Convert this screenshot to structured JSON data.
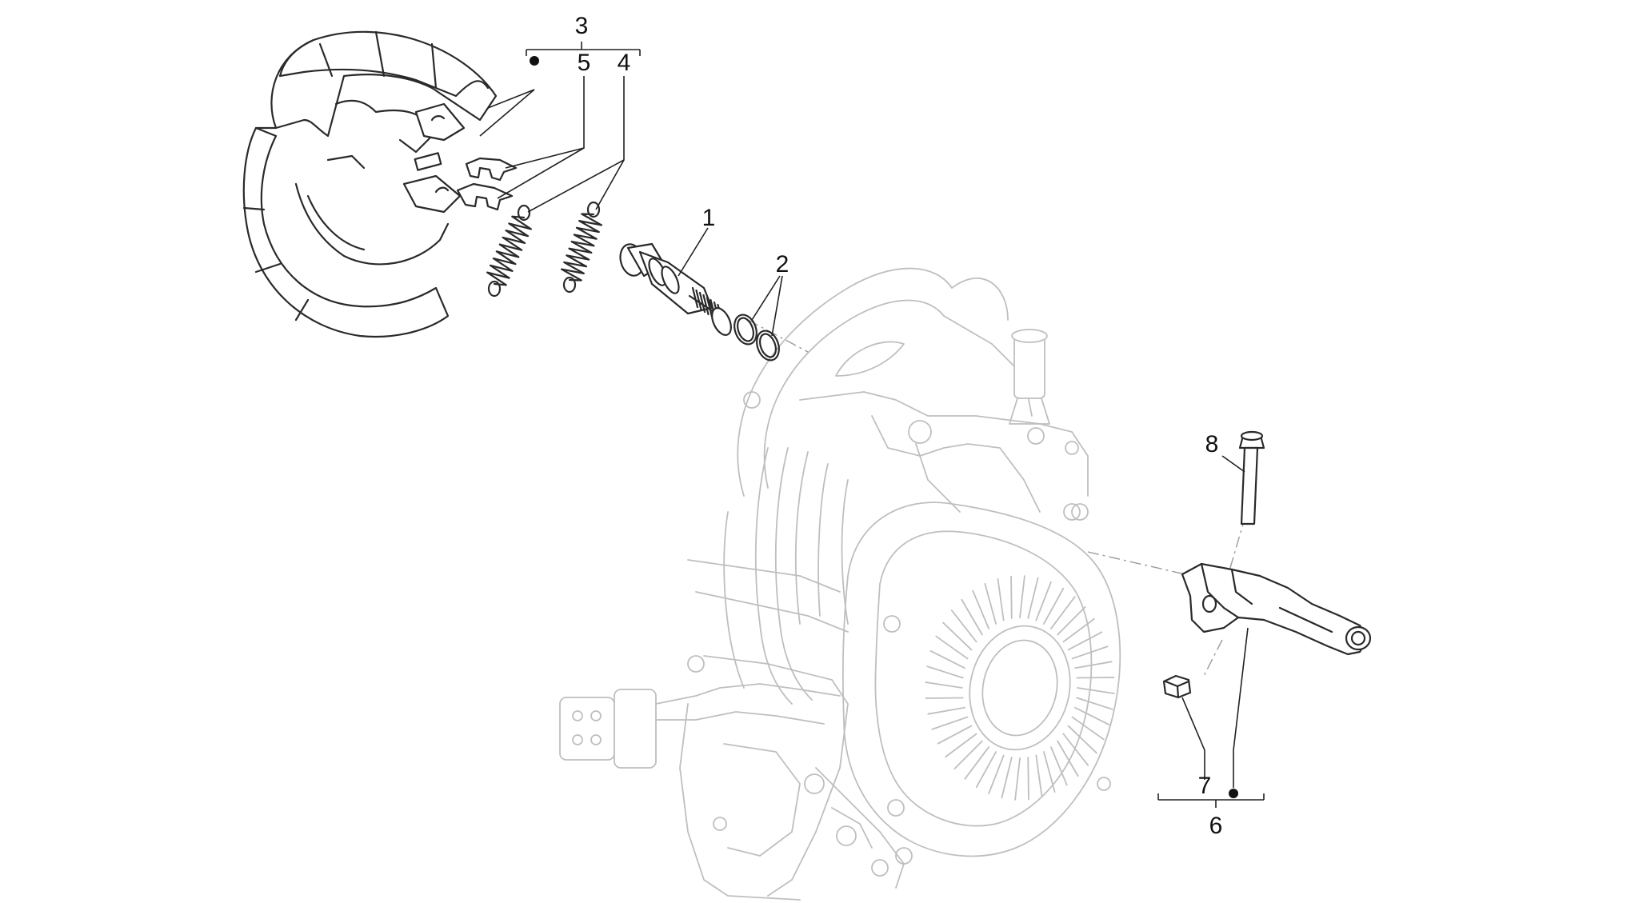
{
  "callouts": {
    "c1": "1",
    "c2": "2",
    "c3": "3",
    "c4": "4",
    "c5": "5",
    "c6": "6",
    "c7": "7",
    "c8": "8"
  },
  "colors": {
    "line": "#2a2a2a",
    "ghost_line": "#bfbfbf",
    "text": "#111111",
    "background": "#ffffff"
  }
}
